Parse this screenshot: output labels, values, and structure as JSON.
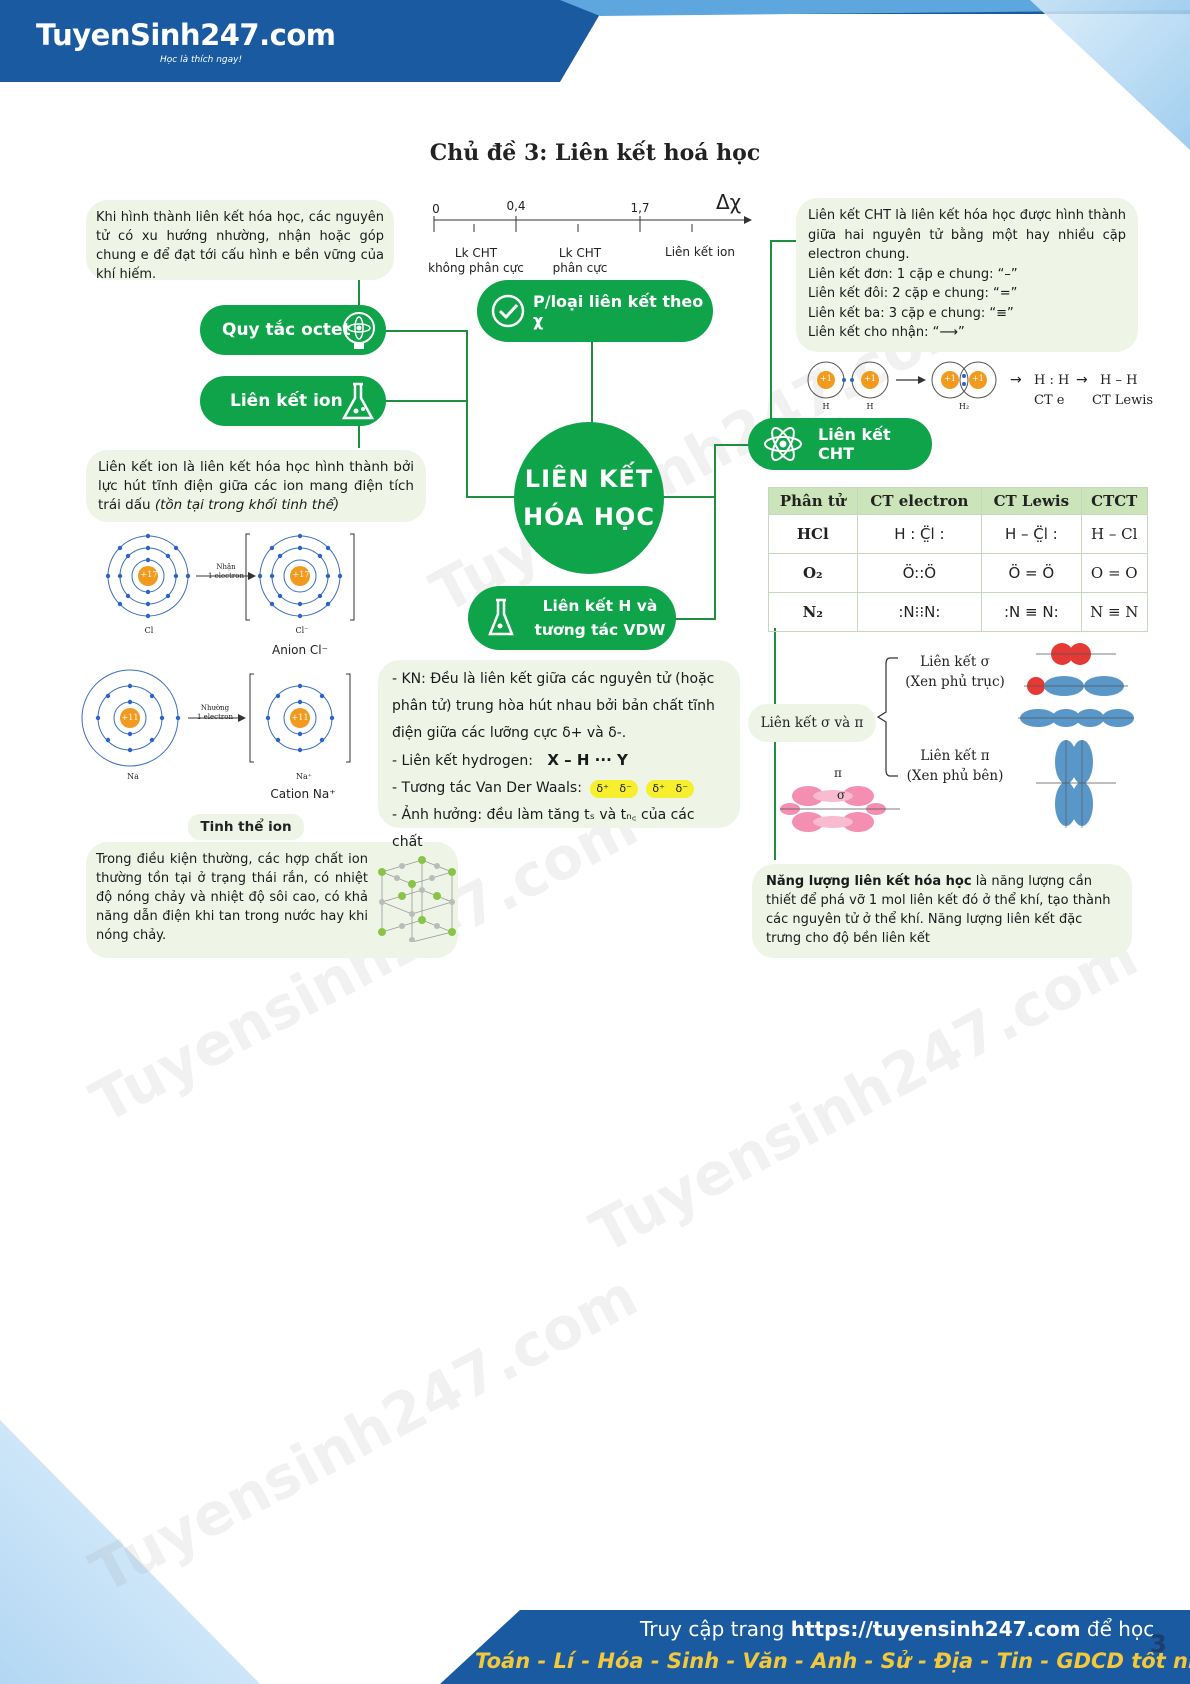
{
  "header": {
    "logo": "TuyenSinh247.com",
    "slogan": "Học là thích ngay!"
  },
  "title": "Chủ đề 3: Liên kết hoá học",
  "center": {
    "line1": "LIÊN KẾT",
    "line2": "HÓA HỌC"
  },
  "octet": {
    "label": "Quy tắc octet",
    "text": "Khi hình thành liên kết hóa học, các nguyên tử có xu hướng nhường, nhận hoặc góp chung e để đạt tới cấu hình e bền vững của khí hiếm."
  },
  "scale": {
    "symbol": "Δχ",
    "ticks": [
      "0",
      "0,4",
      "1,7"
    ],
    "cat1": [
      "Lk CHT",
      "không phân cực"
    ],
    "cat2": [
      "Lk CHT",
      "phân cực"
    ],
    "cat3": "Liên kết ion",
    "pill": "P/loại liên kết theo χ"
  },
  "ion": {
    "label": "Liên kết ion",
    "text": "Liên kết ion là liên kết hóa học hình thành bởi lực hút tĩnh điện giữa các ion mang điện tích trái dấu",
    "note": "(tồn tại trong khối tinh thể)",
    "cl_nucleus": "+17",
    "cl_left": "Cl",
    "cl_right": "Cl⁻",
    "cl_arrow": [
      "Nhận",
      "1 electron"
    ],
    "cl_caption": "Anion Cl⁻",
    "na_nucleus": "+11",
    "na_left": "Na",
    "na_right": "Na⁺",
    "na_arrow": [
      "Nhường",
      "1 electron"
    ],
    "na_caption": "Cation Na⁺",
    "crystal_title": "Tinh thể ion",
    "crystal_text": "Trong điều kiện thường, các hợp chất ion thường tồn tại ở trạng thái rắn, có nhiệt độ nóng chảy và nhiệt độ sôi cao, có khả năng dẫn điện khi tan trong nước hay khi nóng chảy."
  },
  "hbond": {
    "label1": "Liên kết H và",
    "label2": "tương tác VDW",
    "kn": "- KN: Đều là liên kết giữa các nguyên tử (hoặc phân tử) trung hòa hút nhau bởi bản chất tĩnh điện giữa các lưỡng cực δ+ và δ-.",
    "hydrogen": "- Liên kết hydrogen:",
    "hydrogen_formula": "X – H ··· Y",
    "vdw": "- Tương tác Van Der Waals:",
    "delta_plus": "δ⁺",
    "delta_minus": "δ⁻",
    "effect": "- Ảnh hưởng: đều làm tăng tₛ và tₙ꜀ của các chất"
  },
  "cht": {
    "label": "Liên kết CHT",
    "text": [
      "Liên kết CHT là liên kết hóa học được hình thành giữa hai nguyên tử bằng một hay nhiều cặp electron chung.",
      "Liên kết đơn: 1 cặp e chung: “–”",
      "Liên kết đôi: 2 cặp e chung: “=”",
      "Liên kết ba: 3 cặp e chung: “≡”",
      "Liên kết cho nhận: “⟶”"
    ],
    "h_label": "H",
    "h2_label": "H₂",
    "nucleus": "+1",
    "formula_e": "H : H",
    "formula_lewis": "H – H",
    "caption_e": "CT e",
    "caption_lewis": "CT Lewis"
  },
  "table": {
    "headers": [
      "Phân tử",
      "CT electron",
      "CT Lewis",
      "CTCT"
    ],
    "rows": [
      [
        "HCl",
        "H : C̤̈l :",
        "H – C̤̈l :",
        "H – Cl"
      ],
      [
        "O₂",
        "Ö::Ö",
        "Ö = Ö",
        "O = O"
      ],
      [
        "N₂",
        ":N⁝⁝N:",
        ":N ≡ N:",
        "N ≡ N"
      ]
    ]
  },
  "sigma_pi": {
    "label": "Liên kết σ và π",
    "sigma": "Liên kết σ",
    "sigma_note": "(Xen phủ trục)",
    "pi": "Liên kết π",
    "pi_note": "(Xen phủ bên)",
    "pi_symbol": "π",
    "sigma_symbol": "σ"
  },
  "energy": {
    "bold": "Năng lượng liên kết hóa học",
    "text": " là năng lượng cần thiết để phá vỡ 1 mol liên kết đó ở thể khí, tạo thành các nguyên tử ở thể khí. Năng lượng liên kết đặc trưng cho độ bền liên kết"
  },
  "footer": {
    "line1_pre": "Truy cập trang ",
    "line1_url": "https://tuyensinh247.com",
    "line1_post": " để học",
    "line2": "Toán - Lí - Hóa - Sinh - Văn - Anh - Sử - Địa - Tin - GDCD tốt nhất!",
    "page": "3"
  },
  "colors": {
    "green": "#10a44a",
    "blue": "#1a5aa0",
    "bubble": "#eef5e7"
  }
}
